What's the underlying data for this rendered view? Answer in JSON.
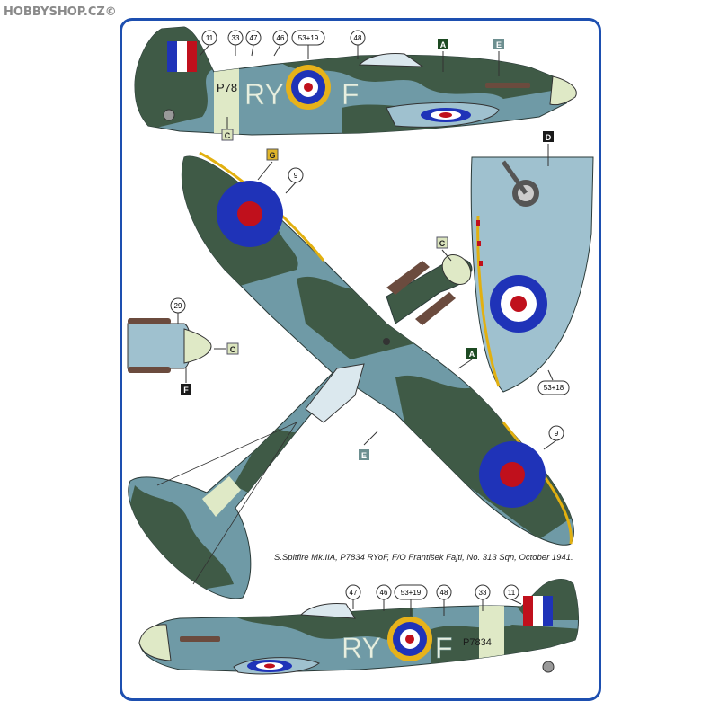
{
  "watermark": "HOBBYSHOP.CZ©",
  "caption": "S.Spitfire Mk.IIA, P7834 RYoF, F/O František Fajtl,  No. 313 Sqn, October 1941.",
  "aircraft": {
    "serial": "P7834",
    "serial_partial": "P78",
    "code_left": "RY",
    "code_right": "F"
  },
  "callouts_top": [
    "11",
    "33",
    "47",
    "46",
    "53+19",
    "48"
  ],
  "callouts_bottom": [
    "47",
    "46",
    "53+19",
    "48",
    "33",
    "11"
  ],
  "callouts_plan": [
    "9",
    "9"
  ],
  "callout_29": "29",
  "callout_53_18": "53+18",
  "letters": {
    "A": "A",
    "C": "C",
    "D": "D",
    "E": "E",
    "F": "F",
    "G": "G"
  },
  "colors": {
    "frame": "#1d4fb0",
    "dark_green": "#3f5a46",
    "sea_grey": "#6f9aa6",
    "sky": "#dfe9c6",
    "underside": "#9fc1cf",
    "roundel_blue": "#1f33b8",
    "roundel_red": "#c0101c",
    "roundel_yellow": "#e7b21a",
    "leading_edge_yellow": "#e2b010",
    "letter_green_box": "#1d4a22",
    "letter_grey_box": "#6d8f90",
    "letter_sky_box": "#dbe5bd",
    "letter_black_box": "#1a1a1a",
    "letter_yellow_box": "#e0b52a"
  }
}
